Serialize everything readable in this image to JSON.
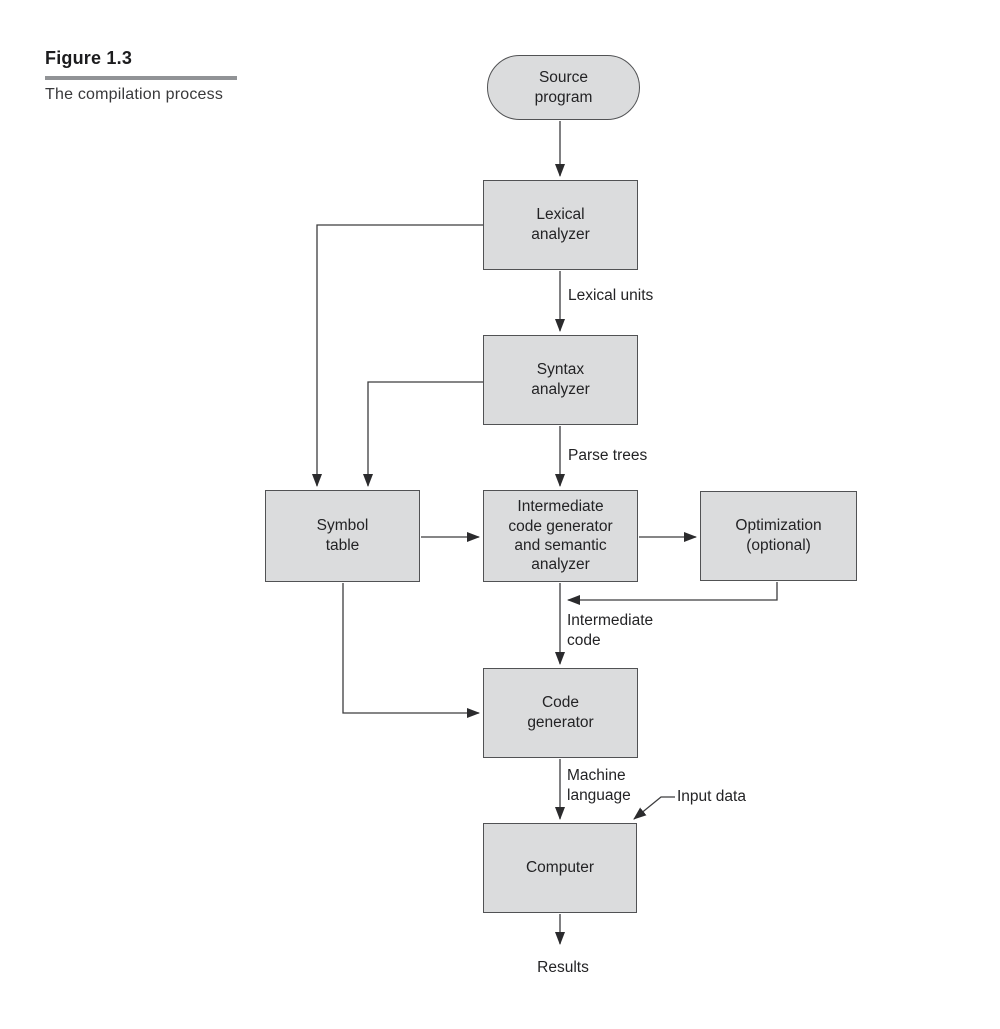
{
  "figure": {
    "label": "Figure 1.3",
    "caption": "The compilation process"
  },
  "diagram": {
    "nodes": {
      "source": "Source\nprogram",
      "lexical": "Lexical\nanalyzer",
      "syntax": "Syntax\nanalyzer",
      "symbol": "Symbol\ntable",
      "intermediate": "Intermediate\ncode generator\nand semantic\nanalyzer",
      "optimization": "Optimization\n(optional)",
      "codegen": "Code\ngenerator",
      "computer": "Computer"
    },
    "labels": {
      "lexical_units": "Lexical units",
      "parse_trees": "Parse trees",
      "intermediate_code": "Intermediate\ncode",
      "machine_language": "Machine\nlanguage",
      "input_data": "Input data",
      "results": "Results"
    },
    "colors": {
      "node_fill": "#dbdcdd",
      "node_border": "#515254",
      "connector": "#3c3c3e",
      "text": "#232325",
      "rule": "#919396"
    }
  }
}
